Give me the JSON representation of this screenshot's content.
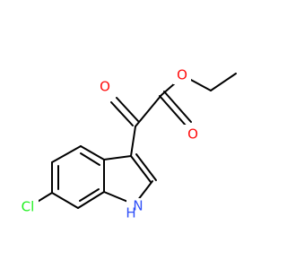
{
  "colors": {
    "background": "#ffffff",
    "bond": "#000000",
    "oxygen": "#ff0d0d",
    "nitrogen": "#3050f8",
    "chlorine": "#1ff01f"
  },
  "atoms": {
    "o_ester": "O",
    "o_ketone": "O",
    "o_carbonyl": "O",
    "cl": "Cl",
    "nh": "H",
    "n": "N"
  }
}
